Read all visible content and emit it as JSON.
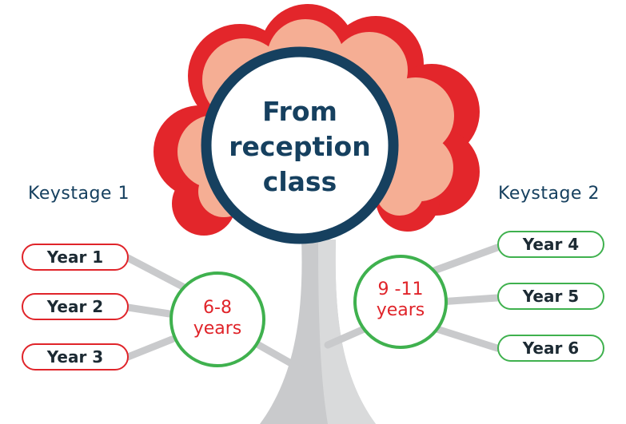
{
  "center": {
    "lines": [
      "From",
      "reception",
      "class"
    ]
  },
  "keystage1": {
    "label": "Keystage 1",
    "age": {
      "line1": "6-8",
      "line2": "years"
    },
    "years": [
      "Year 1",
      "Year 2",
      "Year 3"
    ]
  },
  "keystage2": {
    "label": "Keystage 2",
    "age": {
      "line1": "9 -11",
      "line2": "years"
    },
    "years": [
      "Year 4",
      "Year 5",
      "Year 6"
    ]
  },
  "colors": {
    "navy": "#16405f",
    "red": "#e0242a",
    "green": "#3fb14e",
    "peach": "#f5ae94",
    "trunk": "#c9cacc"
  }
}
